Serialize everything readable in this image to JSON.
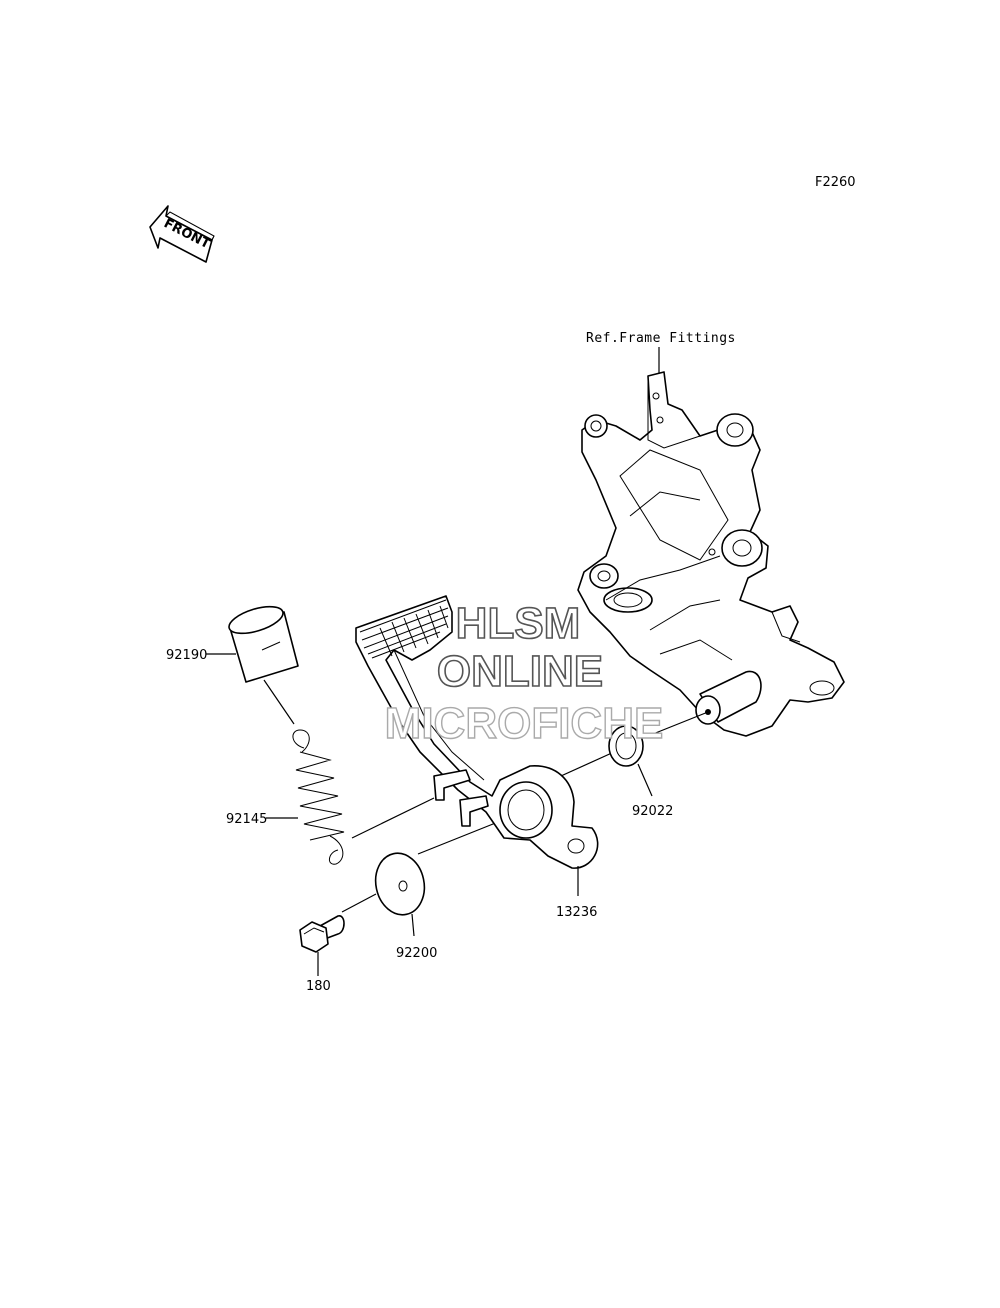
{
  "figure_code": "F2260",
  "front_arrow_label": "FRONT",
  "reference_label": "Ref.Frame Fittings",
  "parts": {
    "cover": "92190",
    "spring": "92145",
    "washer_small": "92022",
    "pedal": "13236",
    "washer_large": "92200",
    "bolt": "180"
  },
  "watermark": {
    "line1": "HLSM",
    "line2": "ONLINE",
    "line3": "MICROFICHE"
  }
}
